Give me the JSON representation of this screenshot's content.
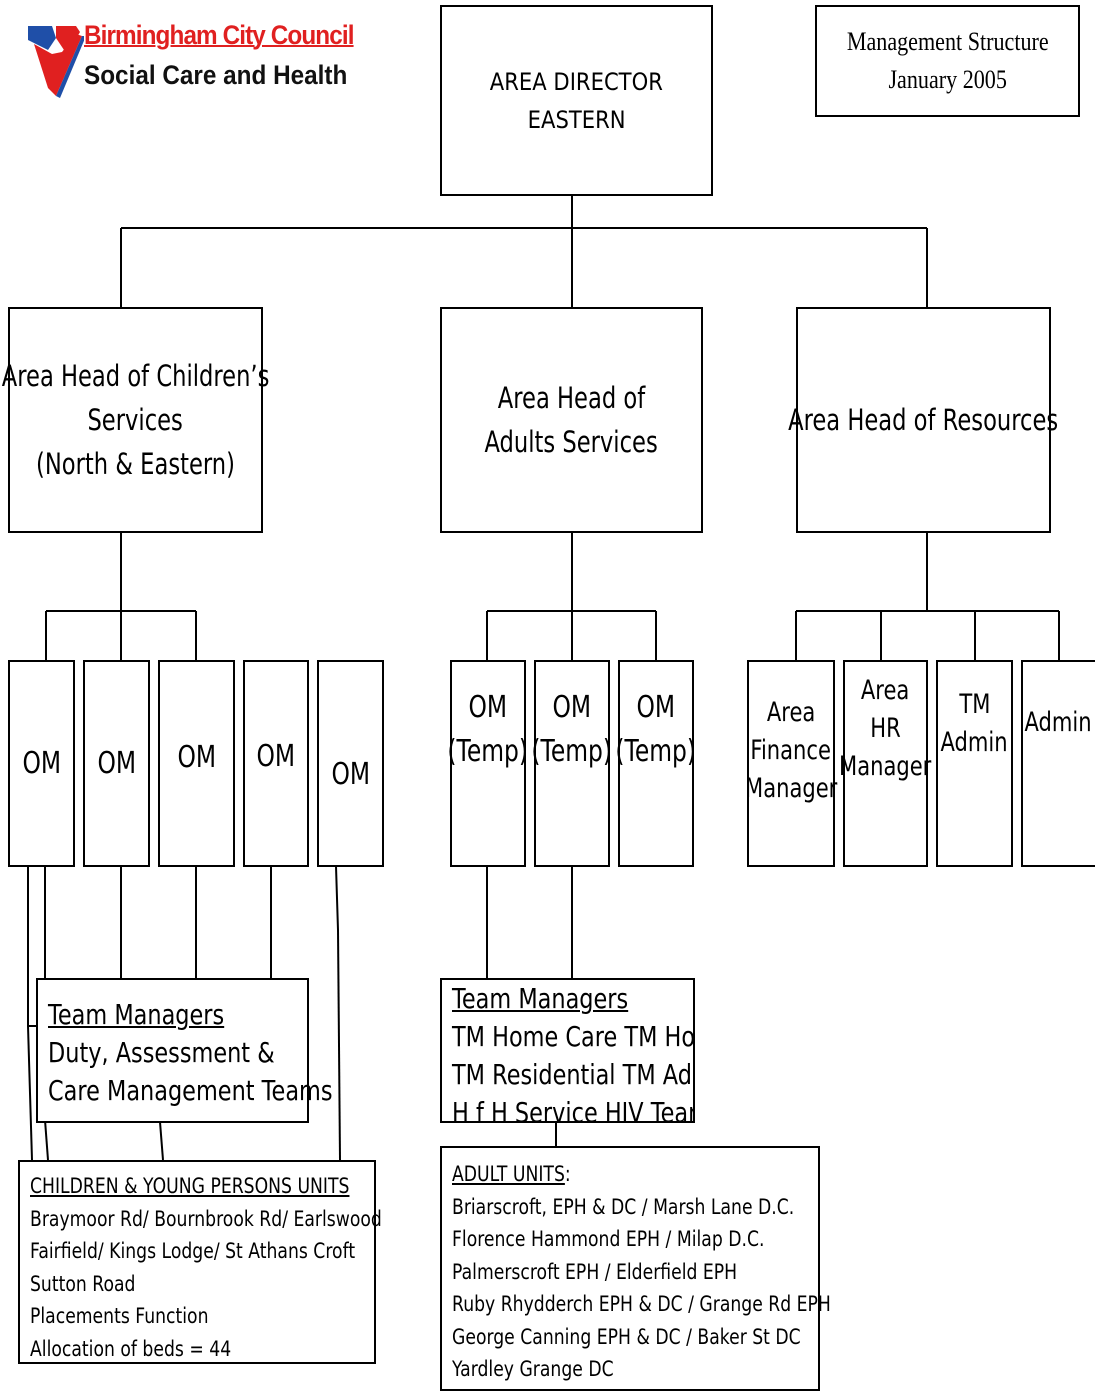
{
  "logo": {
    "org_name": "Birmingham City Council",
    "department": "Social Care and Health",
    "colors": {
      "red": "#e02020",
      "blue": "#1f4fa8"
    }
  },
  "title_box": {
    "line1": "Management Structure",
    "line2": "January 2005"
  },
  "director": {
    "line1": "AREA DIRECTOR",
    "line2": "EASTERN"
  },
  "heads": {
    "children": {
      "line1": "Area Head of Children’s",
      "line2": "Services",
      "line3": "(North & Eastern)"
    },
    "adults": {
      "line1": "Area Head of",
      "line2": "Adults Services"
    },
    "resources": {
      "line1": "Area Head of Resources"
    }
  },
  "children_oms": [
    {
      "label": "OM"
    },
    {
      "label": "OM"
    },
    {
      "label": "OM"
    },
    {
      "label": "OM"
    },
    {
      "label": "OM"
    }
  ],
  "adult_oms": [
    {
      "line1": "OM",
      "line2": "(Temp)"
    },
    {
      "line1": "OM",
      "line2": "(Temp)"
    },
    {
      "line1": "OM",
      "line2": "(Temp)"
    }
  ],
  "resource_roles": [
    {
      "lines": [
        "Area",
        "Finance",
        "Manager"
      ]
    },
    {
      "lines": [
        "Area",
        "HR",
        "Manager"
      ]
    },
    {
      "lines": [
        "TM",
        "Admin"
      ]
    },
    {
      "lines": [
        "Admin"
      ]
    }
  ],
  "children_team_managers": {
    "heading": "Team Managers",
    "line1": "Duty, Assessment &",
    "line2": "Care Management Teams"
  },
  "adult_team_managers": {
    "heading": "Team Managers",
    "line1": "TM Home Care TM Hospital",
    "line2": "TM Residential  TM Adult",
    "line3": "H f H Service     HIV Team"
  },
  "children_units": {
    "heading": "CHILDREN &  YOUNG PERSONS UNITS",
    "lines": [
      "Braymoor Rd/ Bournbrook Rd/ Earlswood",
      "Fairfield/ Kings Lodge/ St Athans Croft",
      "Sutton Road",
      "Placements Function",
      "Allocation of beds = 44"
    ]
  },
  "adult_units": {
    "heading": "ADULT UNITS",
    "heading_suffix": ":",
    "lines": [
      "Briarscroft, EPH & DC / Marsh Lane D.C.",
      "Florence Hammond EPH / Milap D.C.",
      "Palmerscroft EPH / Elderfield EPH",
      "Ruby Rhydderch EPH & DC / Grange Rd EPH",
      "George Canning EPH & DC / Baker St DC",
      "Yardley Grange DC"
    ]
  }
}
